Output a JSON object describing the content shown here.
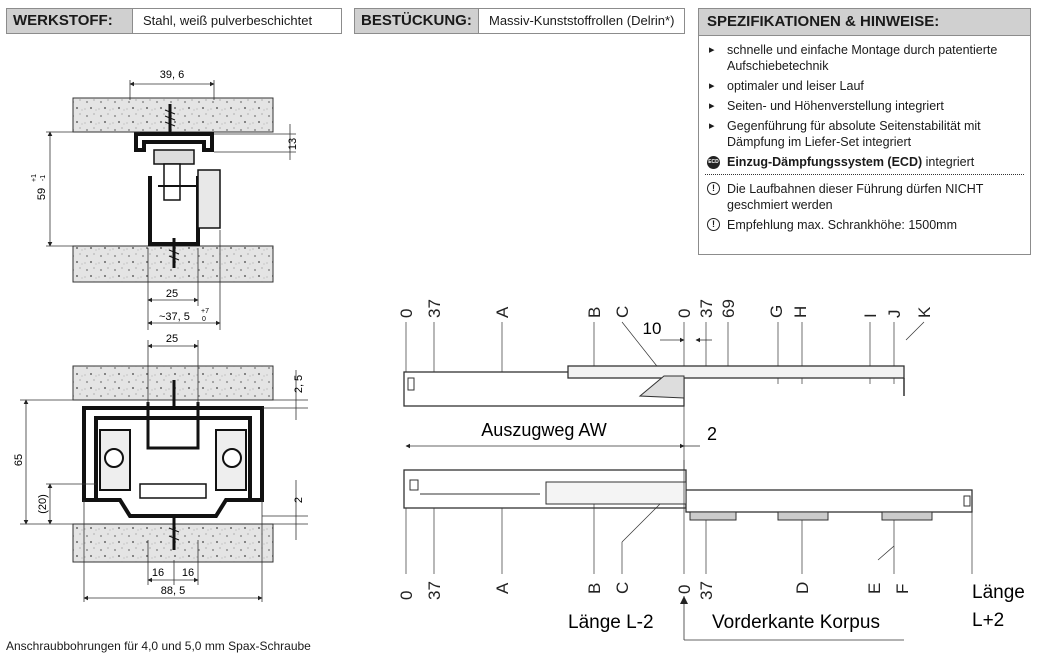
{
  "header": {
    "werkstoff_label": "WERKSTOFF:",
    "werkstoff_value": "Stahl, weiß pulverbeschichtet",
    "bestueckung_label": "BESTÜCKUNG:",
    "bestueckung_value": "Massiv-Kunststoffrollen (Delrin*)"
  },
  "spec": {
    "title": "SPEZIFIKATIONEN & HINWEISE:",
    "items": [
      "schnelle und einfache Montage durch patentierte Aufschiebetechnik",
      "optimaler und leiser Lauf",
      "Seiten- und Höhenverstellung integriert",
      "Gegenführung für absolute Seitenstabilität mit Dämpfung im Liefer-Set integriert"
    ],
    "ecd_icon_text": "ECD",
    "ecd_bold": "Einzug-Dämpfungssystem (ECD)",
    "ecd_rest": " integriert",
    "warnings": [
      "Die Laufbahnen dieser Führung dürfen NICHT geschmiert werden",
      "Empfehlung max. Schrankhöhe: 1500mm"
    ],
    "warn_icon": "!"
  },
  "footer": "Anschraubbohrungen für 4,0 und 5,0 mm Spax-Schraube",
  "dims_top": {
    "w": "39, 6",
    "h13": "13",
    "h59": "59",
    "h59_tol_plus": "+1",
    "h59_tol_minus": "-1",
    "w25": "25",
    "w375": "~37, 5",
    "w375_tol_plus": "+7",
    "w375_tol_zero": "0"
  },
  "dims_bottom": {
    "w25": "25",
    "h25": "2, 5",
    "h65": "65",
    "h20": "(20)",
    "h2": "2",
    "w16a": "16",
    "w16b": "16",
    "w885": "88, 5"
  },
  "side_top_labels": [
    "0",
    "37",
    "A",
    "B",
    "C",
    "0",
    "37",
    "69",
    "G",
    "H",
    "I",
    "J",
    "K"
  ],
  "side_dim_10": "10",
  "side_dim_2": "2",
  "auszugweg": "Auszugweg AW",
  "side_bottom_labels": [
    "0",
    "37",
    "A",
    "B",
    "C",
    "0",
    "37",
    "D",
    "E",
    "F"
  ],
  "laenge_l2": "Länge L-2",
  "vorderkante": "Vorderkante Korpus",
  "laenge_a": "Länge",
  "laenge_b": "L+2"
}
